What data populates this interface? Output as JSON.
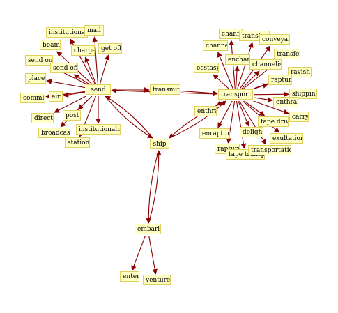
{
  "graph": {
    "edge_color": "#8b0000",
    "node_fill": "#ffffc4",
    "node_border": "#e0d060",
    "nodes": [
      {
        "id": "send",
        "label": "send"
      },
      {
        "id": "transmit",
        "label": "transmit"
      },
      {
        "id": "transport",
        "label": "transport"
      },
      {
        "id": "ship",
        "label": "ship"
      },
      {
        "id": "embark",
        "label": "embark"
      },
      {
        "id": "enter",
        "label": "enter"
      },
      {
        "id": "venture",
        "label": "venture"
      },
      {
        "id": "institutionalize_top",
        "label": "institutionalize"
      },
      {
        "id": "mail",
        "label": "mail"
      },
      {
        "id": "beam",
        "label": "beam"
      },
      {
        "id": "charge",
        "label": "charge"
      },
      {
        "id": "get_off",
        "label": "get off"
      },
      {
        "id": "send_out",
        "label": "send out"
      },
      {
        "id": "send_off",
        "label": "send off"
      },
      {
        "id": "place",
        "label": "place"
      },
      {
        "id": "commit",
        "label": "commit"
      },
      {
        "id": "air",
        "label": "air"
      },
      {
        "id": "direct",
        "label": "direct"
      },
      {
        "id": "post",
        "label": "post"
      },
      {
        "id": "broadcast",
        "label": "broadcast"
      },
      {
        "id": "institutionalize",
        "label": "institutionalize"
      },
      {
        "id": "station",
        "label": "station"
      },
      {
        "id": "channel_top",
        "label": "channel"
      },
      {
        "id": "transferral",
        "label": "transferral"
      },
      {
        "id": "conveyance",
        "label": "conveyance"
      },
      {
        "id": "channel",
        "label": "channel"
      },
      {
        "id": "enchant",
        "label": "enchant"
      },
      {
        "id": "transfer",
        "label": "transfer"
      },
      {
        "id": "ecstasy",
        "label": "ecstasy"
      },
      {
        "id": "channelise",
        "label": "channelise"
      },
      {
        "id": "ravish",
        "label": "ravish"
      },
      {
        "id": "rapture",
        "label": "rapture"
      },
      {
        "id": "shipping",
        "label": "shipping"
      },
      {
        "id": "enthrall_r",
        "label": "enthrall"
      },
      {
        "id": "enthral",
        "label": "enthral"
      },
      {
        "id": "carry",
        "label": "carry"
      },
      {
        "id": "tape_drive",
        "label": "tape drive"
      },
      {
        "id": "enrapture",
        "label": "enrapture"
      },
      {
        "id": "delight",
        "label": "delight"
      },
      {
        "id": "exultation",
        "label": "exultation"
      },
      {
        "id": "rapture2",
        "label": "rapture"
      },
      {
        "id": "tape_transport",
        "label": "tape transport"
      },
      {
        "id": "transportation",
        "label": "transportation"
      }
    ],
    "edges": [
      [
        "send",
        "transmit"
      ],
      [
        "transmit",
        "transport"
      ],
      [
        "transport",
        "send"
      ],
      [
        "send",
        "ship"
      ],
      [
        "ship",
        "send"
      ],
      [
        "transport",
        "ship"
      ],
      [
        "ship",
        "transport"
      ],
      [
        "ship",
        "embark"
      ],
      [
        "embark",
        "ship"
      ],
      [
        "embark",
        "enter"
      ],
      [
        "embark",
        "venture"
      ],
      [
        "send",
        "institutionalize_top"
      ],
      [
        "send",
        "mail"
      ],
      [
        "send",
        "beam"
      ],
      [
        "send",
        "charge"
      ],
      [
        "send",
        "get_off"
      ],
      [
        "send",
        "send_out"
      ],
      [
        "send",
        "send_off"
      ],
      [
        "send",
        "place"
      ],
      [
        "send",
        "commit"
      ],
      [
        "send",
        "air"
      ],
      [
        "send",
        "direct"
      ],
      [
        "send",
        "post"
      ],
      [
        "send",
        "broadcast"
      ],
      [
        "send",
        "institutionalize"
      ],
      [
        "send",
        "station"
      ],
      [
        "transport",
        "channel_top"
      ],
      [
        "transport",
        "transferral"
      ],
      [
        "transport",
        "conveyance"
      ],
      [
        "transport",
        "channel"
      ],
      [
        "transport",
        "enchant"
      ],
      [
        "transport",
        "transfer"
      ],
      [
        "transport",
        "ecstasy"
      ],
      [
        "transport",
        "channelise"
      ],
      [
        "transport",
        "ravish"
      ],
      [
        "transport",
        "rapture"
      ],
      [
        "transport",
        "shipping"
      ],
      [
        "transport",
        "enthrall_r"
      ],
      [
        "transport",
        "enthral"
      ],
      [
        "transport",
        "carry"
      ],
      [
        "transport",
        "tape_drive"
      ],
      [
        "transport",
        "enrapture"
      ],
      [
        "transport",
        "delight"
      ],
      [
        "transport",
        "exultation"
      ],
      [
        "transport",
        "rapture2"
      ],
      [
        "transport",
        "tape_transport"
      ],
      [
        "transport",
        "transportation"
      ]
    ]
  }
}
